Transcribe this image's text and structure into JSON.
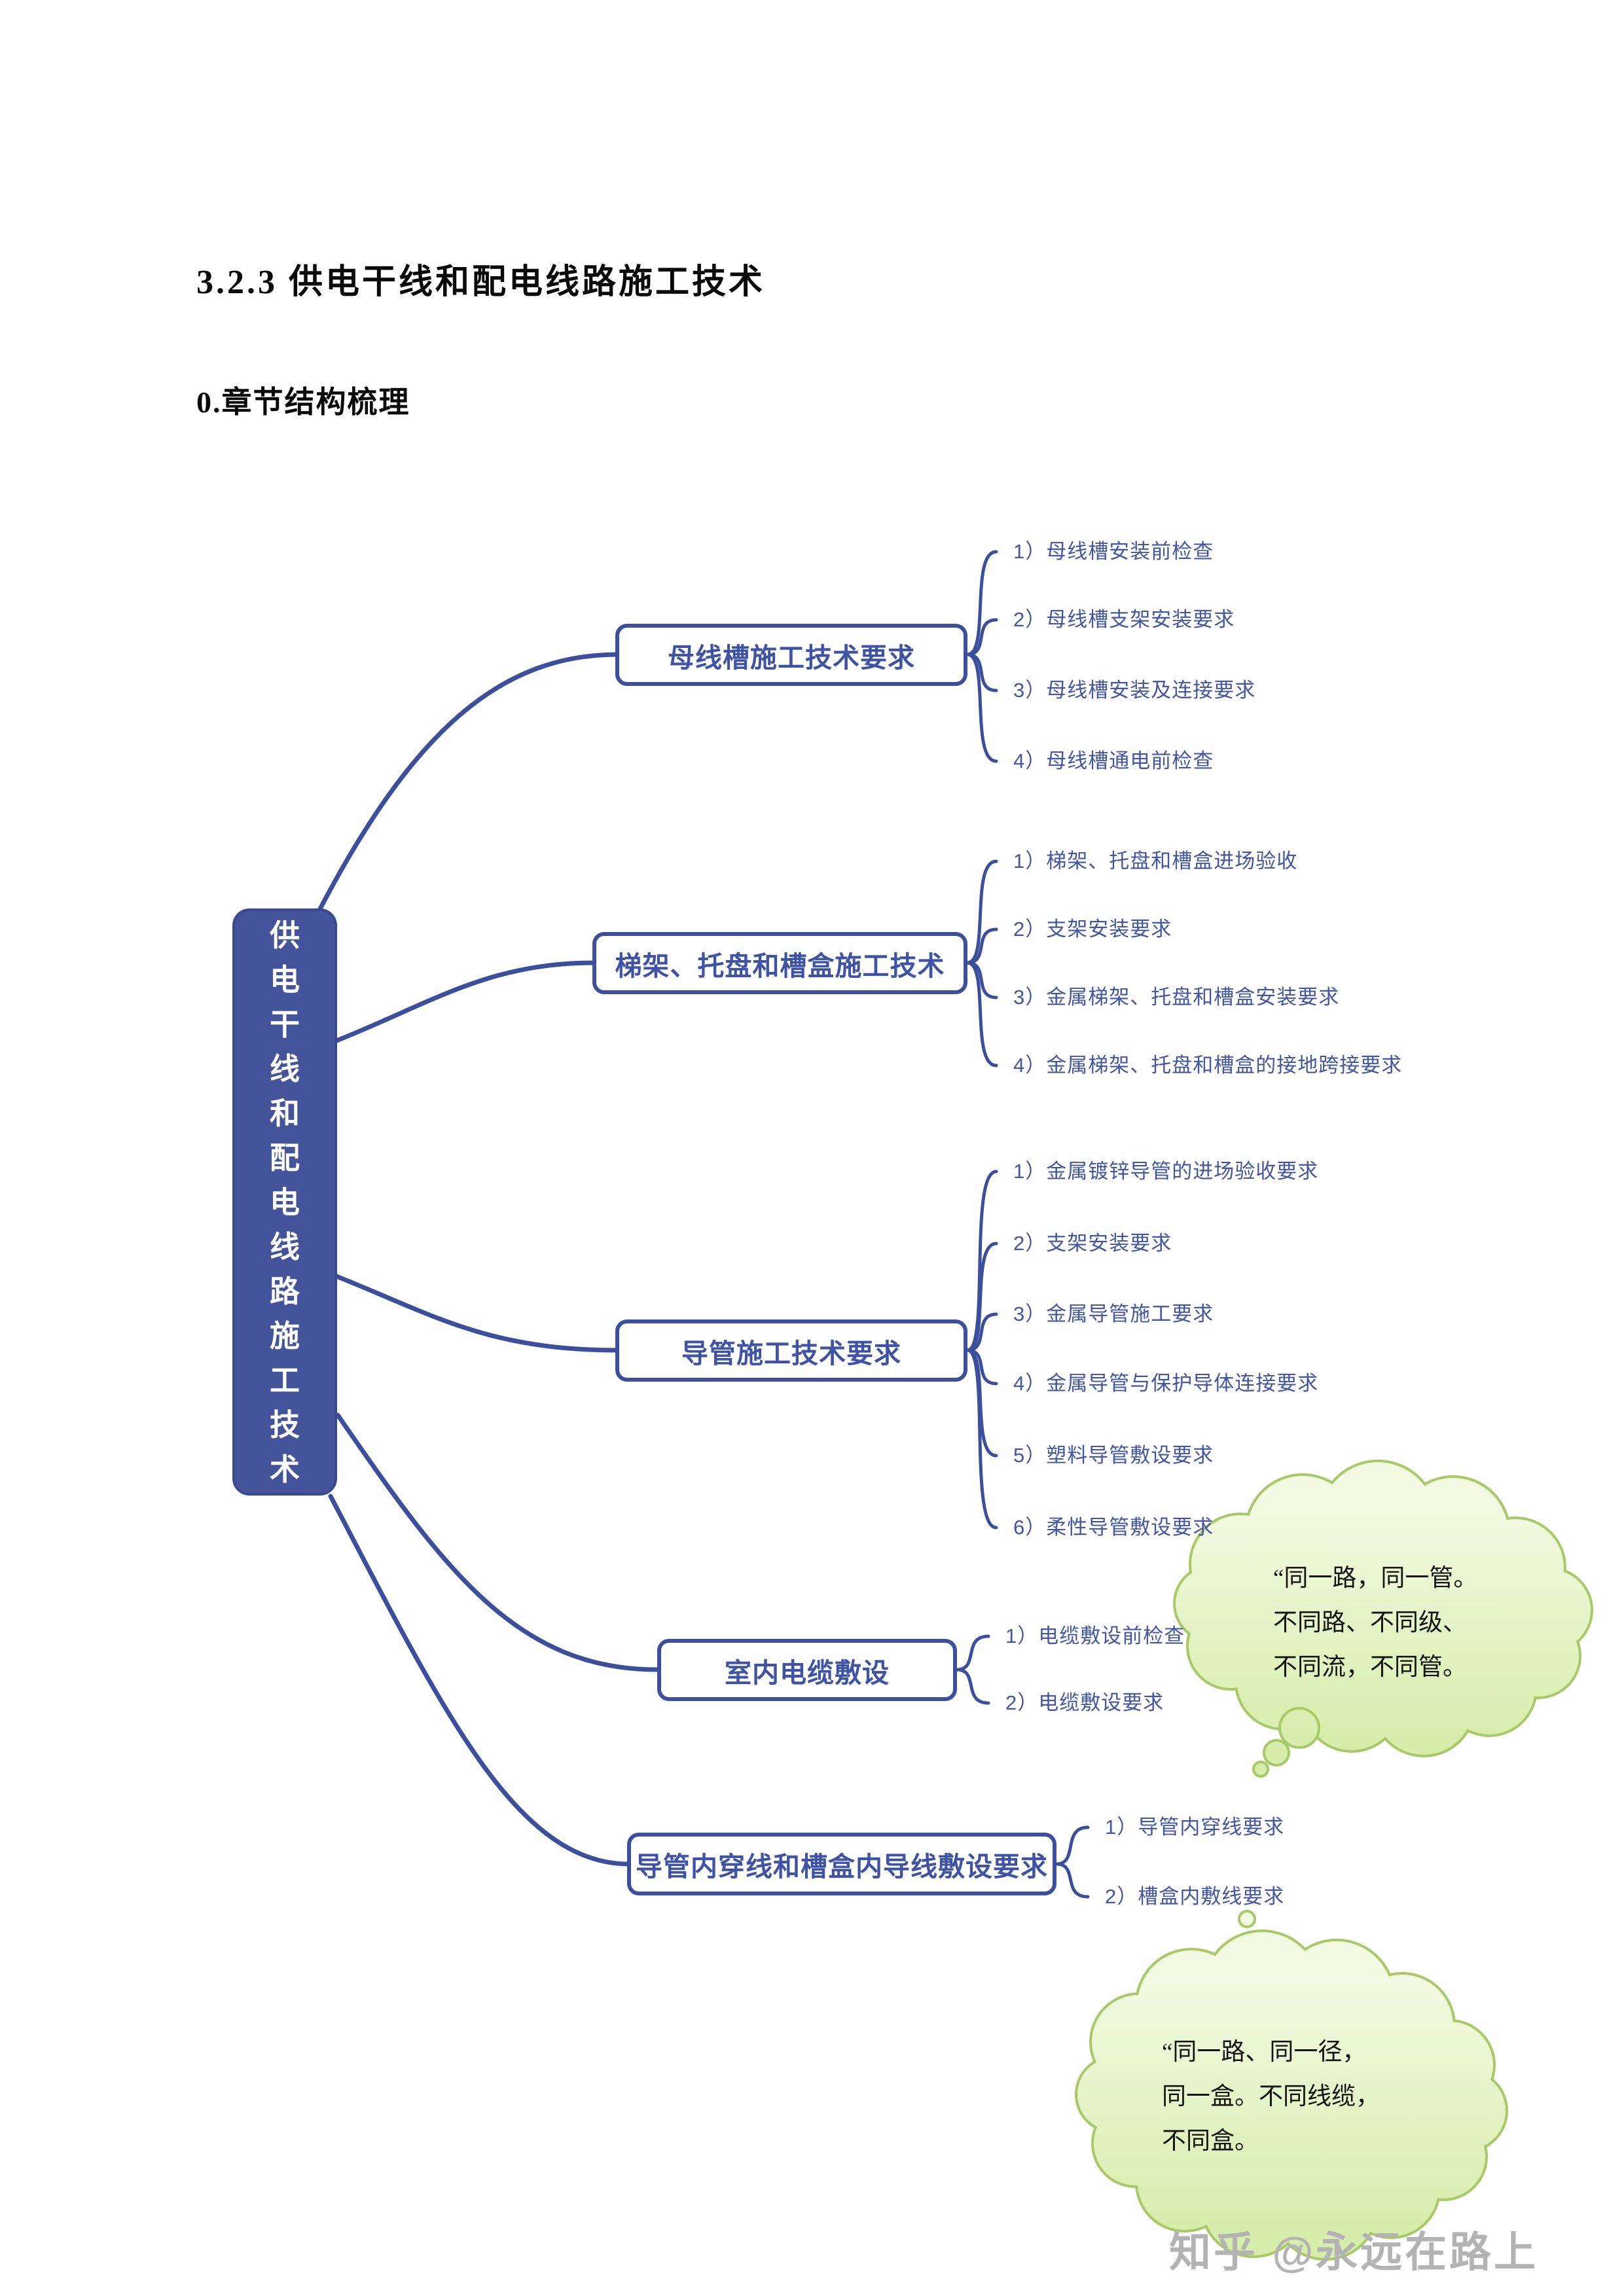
{
  "page": {
    "title": "3.2.3 供电干线和配电线路施工技术",
    "subtitle": "0.章节结构梳理",
    "watermark": "知乎 @永远在路上"
  },
  "mindmap": {
    "root": {
      "label": "供电干线和配电线路施工技术"
    },
    "branches": [
      {
        "label": "母线槽施工技术要求",
        "children": [
          "1）母线槽安装前检查",
          "2）母线槽支架安装要求",
          "3）母线槽安装及连接要求",
          "4）母线槽通电前检查"
        ]
      },
      {
        "label": "梯架、托盘和槽盒施工技术",
        "children": [
          "1）梯架、托盘和槽盒进场验收",
          "2）支架安装要求",
          "3）金属梯架、托盘和槽盒安装要求",
          "4）金属梯架、托盘和槽盒的接地跨接要求"
        ]
      },
      {
        "label": "导管施工技术要求",
        "children": [
          "1）金属镀锌导管的进场验收要求",
          "2）支架安装要求",
          "3）金属导管施工要求",
          "4）金属导管与保护导体连接要求",
          "5）塑料导管敷设要求",
          "6）柔性导管敷设要求"
        ]
      },
      {
        "label": "室内电缆敷设",
        "children": [
          "1）电缆敷设前检查",
          "2）电缆敷设要求"
        ]
      },
      {
        "label": "导管内穿线和槽盒内导线敷设要求",
        "children": [
          "1）导管内穿线要求",
          "2）槽盒内敷线要求"
        ]
      }
    ],
    "notes": [
      {
        "lines": [
          "“同一路，同一管。",
          "不同路、不同级、",
          "不同流，不同管。"
        ]
      },
      {
        "lines": [
          "“同一路、同一径，",
          "同一盒。不同线缆，",
          "不同盒。"
        ]
      }
    ],
    "colors": {
      "node_blue": "#3c4f9d",
      "root_fill": "#44549b",
      "text_blue": "#4356a5",
      "cloud_fill_top": "#f3fae2",
      "cloud_fill_bottom": "#d7edac",
      "cloud_stroke": "#a7c966",
      "watermark_gray": "#b3b3b3"
    }
  }
}
